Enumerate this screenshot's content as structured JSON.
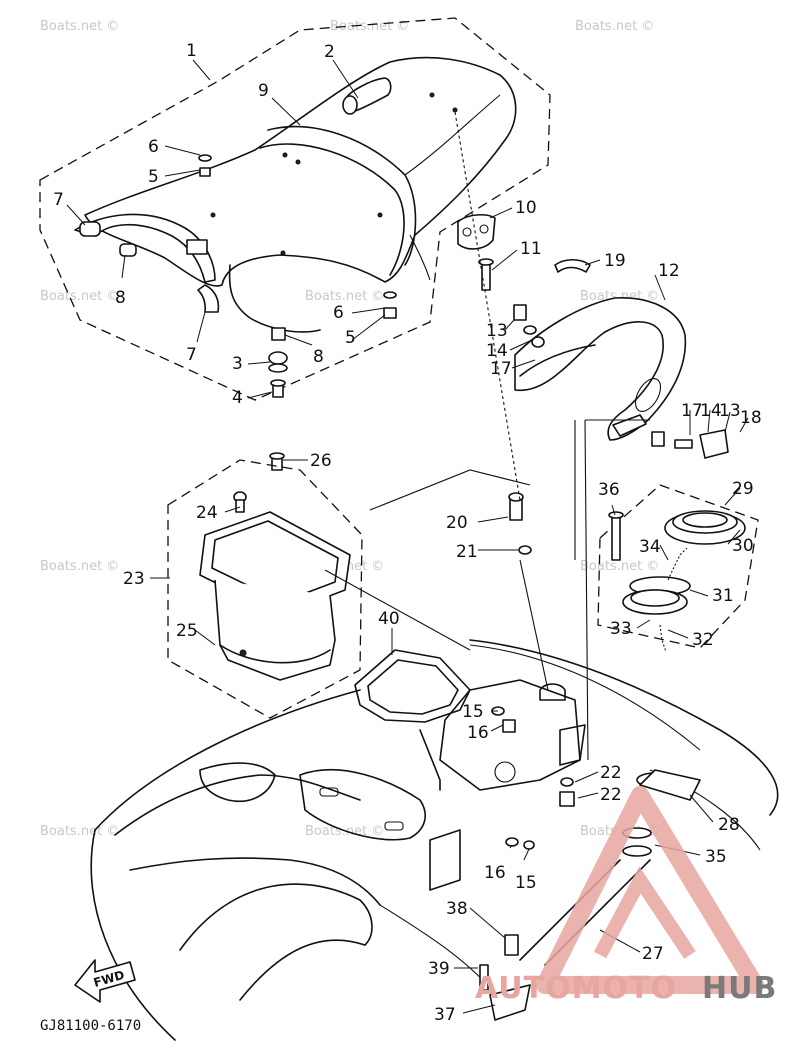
{
  "diagram": {
    "part_numbers": [
      "1",
      "2",
      "3",
      "4",
      "5",
      "6",
      "7",
      "8",
      "9",
      "10",
      "11",
      "12",
      "13",
      "14",
      "15",
      "16",
      "17",
      "18",
      "19",
      "20",
      "21",
      "22",
      "23",
      "24",
      "25",
      "26",
      "27",
      "28",
      "29",
      "30",
      "31",
      "32",
      "33",
      "34",
      "35",
      "36",
      "37",
      "38",
      "39",
      "40"
    ],
    "drawing_code": "GJ81100-6170",
    "direction_label": "FWD",
    "watermark": "Boats.net ©",
    "logo": {
      "part_a": "AUTOMOTO",
      "part_b": "HUB",
      "color_a": "#e8a6a0",
      "color_b": "#7a7a7a"
    },
    "colors": {
      "line": "#111111",
      "background": "#ffffff",
      "watermark": "#c8c8c8"
    }
  }
}
